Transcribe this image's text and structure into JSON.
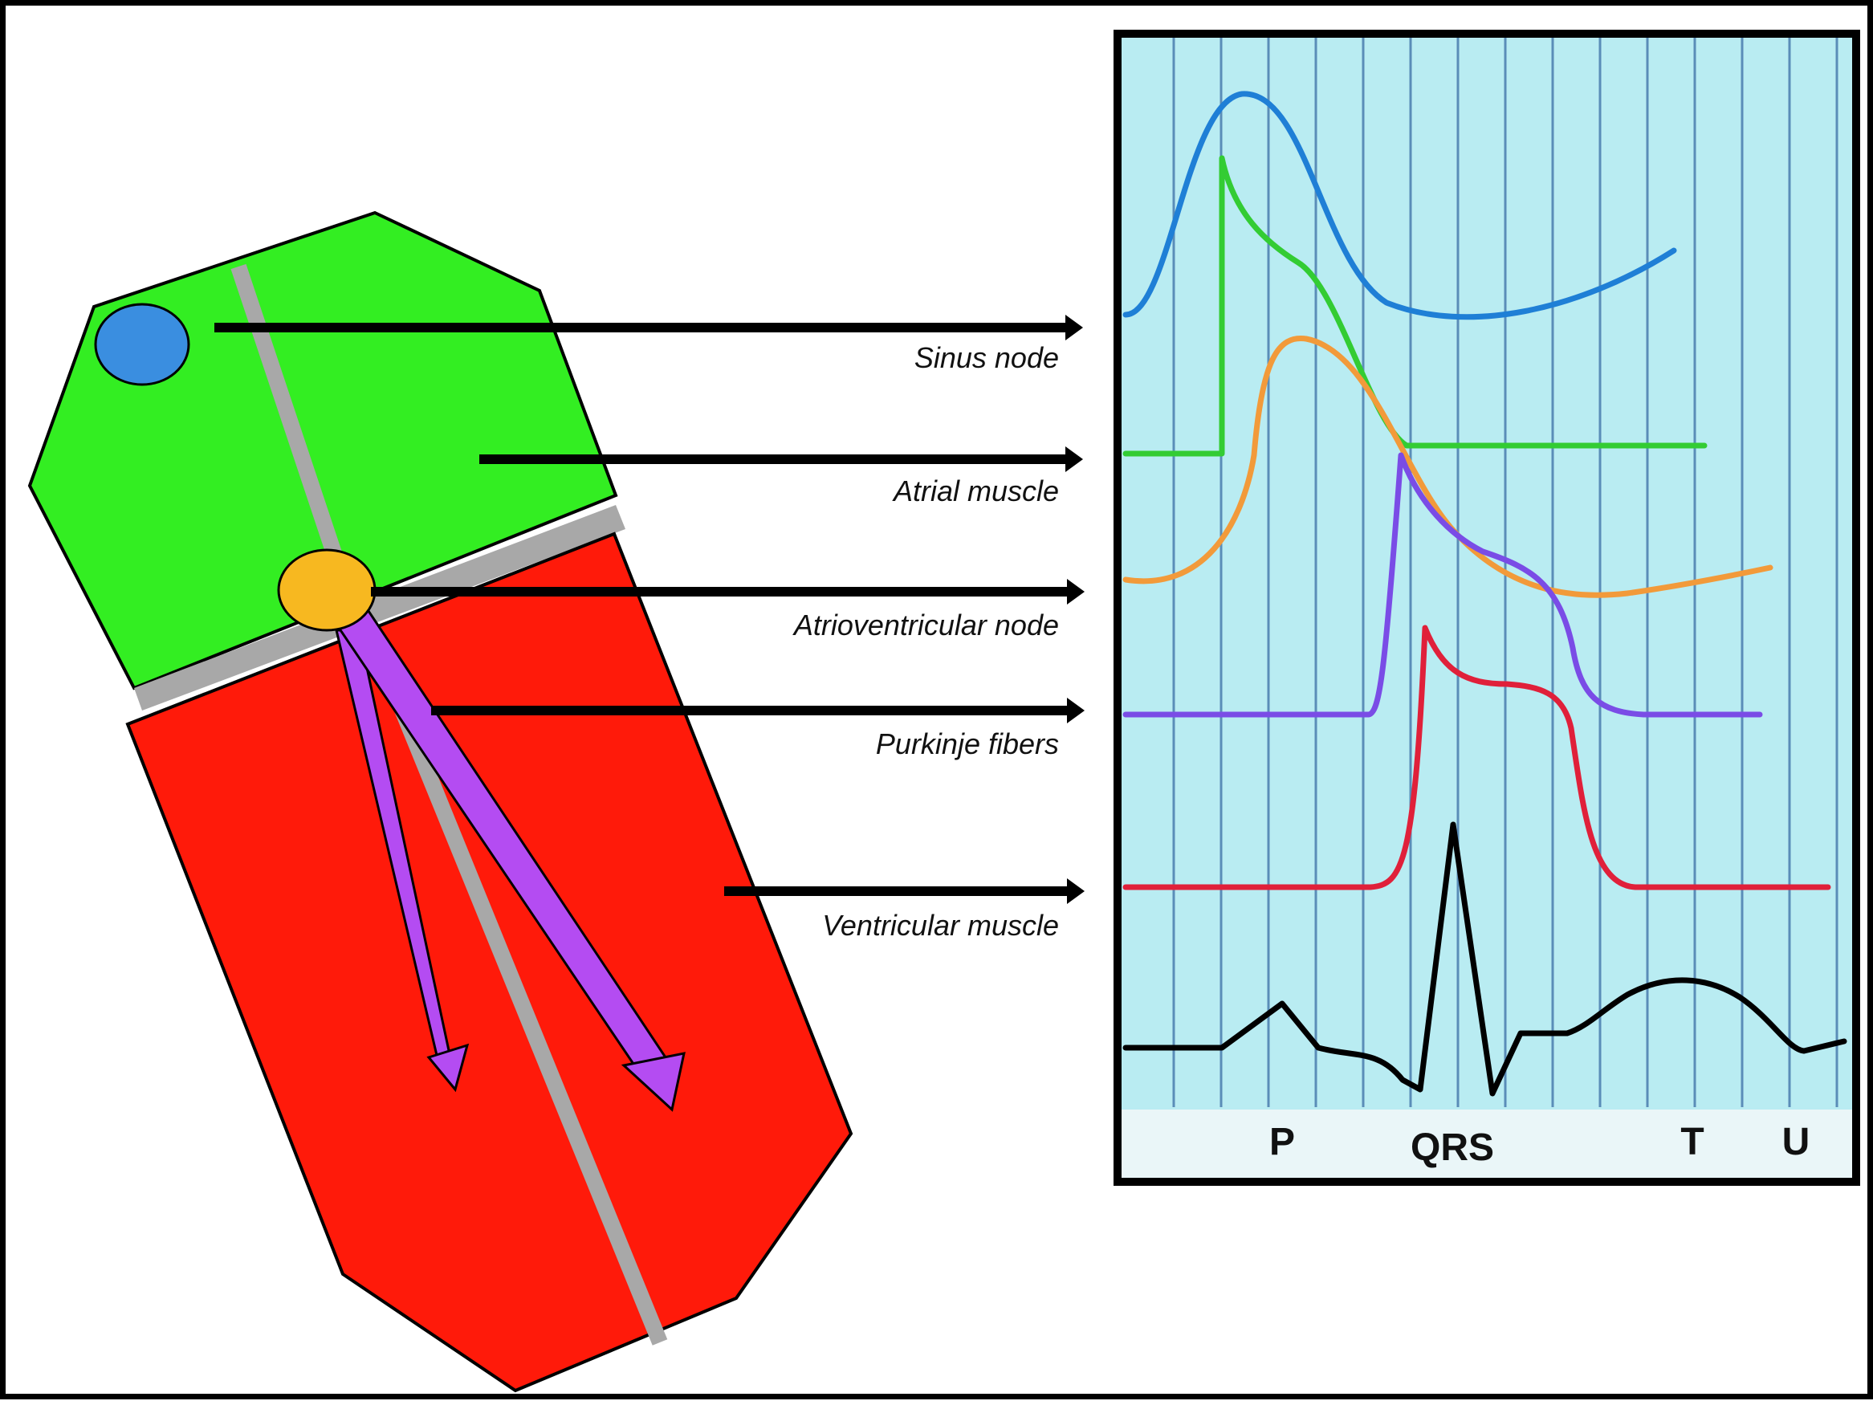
{
  "colors": {
    "atrium": "#33ee22",
    "ventricle": "#ff1a0a",
    "septum": "#a8a8a8",
    "sinus_node": "#3a8ee0",
    "av_node": "#f7b820",
    "purkinje": "#b44cf2",
    "panel_bg": "#b9ecf2",
    "panel_grid": "#5a8db8",
    "wave_sinus": "#1f7fd6",
    "wave_atrial": "#33cc33",
    "wave_av": "#f29a3a",
    "wave_purkinje": "#7a4ce6",
    "wave_ventricular": "#e0203a",
    "wave_ecg": "#000000"
  },
  "labels": {
    "sinus_node": "Sinus node",
    "atrial_muscle": "Atrial muscle",
    "av_node": "Atrioventricular node",
    "purkinje": "Purkinje fibers",
    "ventricular_muscle": "Ventricular muscle"
  },
  "waves": {
    "p": "P",
    "qrs": "QRS",
    "t": "T",
    "u": "U"
  }
}
